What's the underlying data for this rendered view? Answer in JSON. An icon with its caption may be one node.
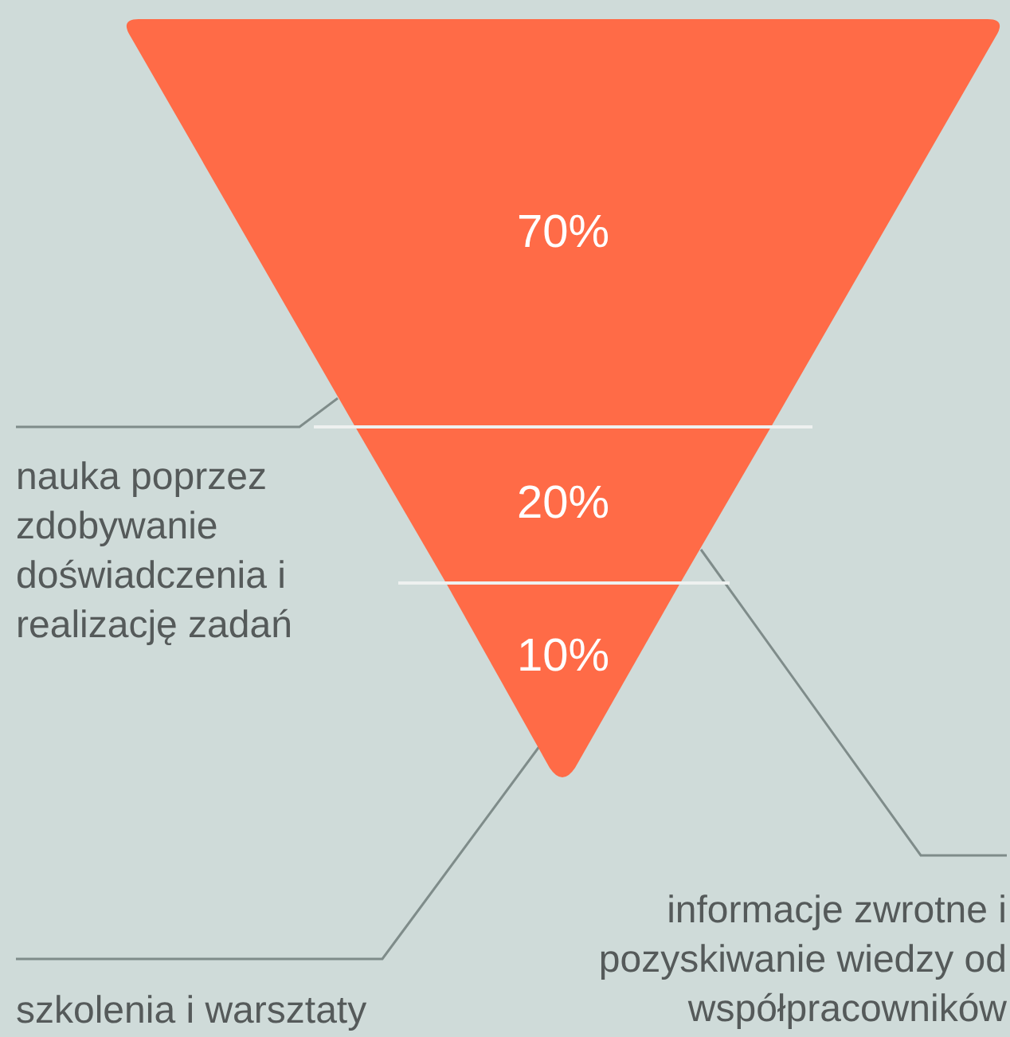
{
  "diagram": {
    "nodes": [
      {
        "text": [
          "70%"
        ]
      },
      {
        "text": [
          "20%"
        ]
      },
      {
        "text": [
          "10%"
        ]
      },
      {
        "text": [
          "nauka poprzez zdobywanie doświadczenia i realizację zadań"
        ]
      },
      {
        "text": [
          "informacje zwrotne i pozyskiwanie wiedzy od współpracowników"
        ]
      },
      {
        "text": [
          "szkolenia i warsztaty"
        ]
      }
    ],
    "edges": [
      {
        "from": 3,
        "to": 0,
        "arrow": "none"
      },
      {
        "from": 4,
        "to": 1,
        "arrow": "none"
      },
      {
        "from": 5,
        "to": 2,
        "arrow": "none"
      }
    ]
  }
}
